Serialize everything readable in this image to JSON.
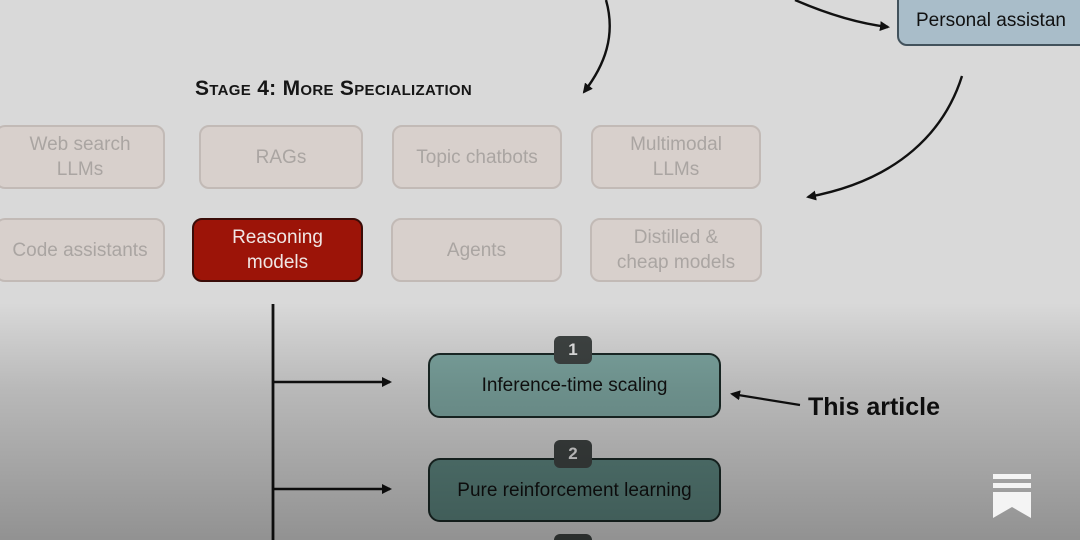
{
  "stage_title": "Stage 4: More Specialization",
  "personal_assistant_label": "Personal assistan",
  "specializations": [
    "Web search\nLLMs",
    "RAGs",
    "Topic chatbots",
    "Multimodal\nLLMs",
    "Code assistants",
    "Reasoning\nmodels",
    "Agents",
    "Distilled &\ncheap models"
  ],
  "methods": [
    {
      "number": "1",
      "label": "Inference-time scaling"
    },
    {
      "number": "2",
      "label": "Pure reinforcement learning"
    }
  ],
  "annotation": "This article",
  "colors": {
    "background": "#d9d9d9",
    "highlight_red": "#9c1408",
    "method_teal": "#7fa8a3",
    "method_teal_dark": "#5e8781",
    "faded_box": "#d8d0cc",
    "personal_assistant_blue": "#a9bdc9"
  },
  "icons": {
    "corner": "bookmark-icon"
  }
}
